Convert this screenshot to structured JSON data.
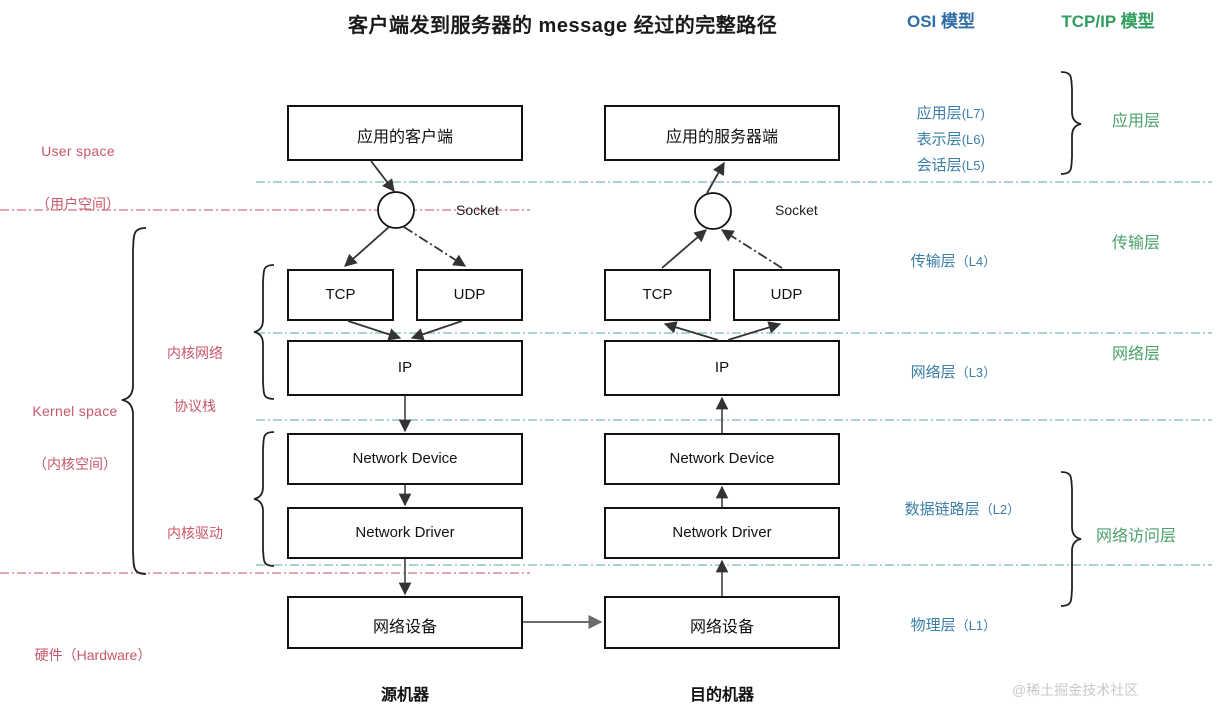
{
  "title": "客户端发到服务器的 message 经过的完整路径",
  "headers": {
    "osi": "OSI 模型",
    "tcpip": "TCP/IP 模型"
  },
  "colors": {
    "osi_blue": "#3b7ea8",
    "tcpip_green": "#4aa06a",
    "left_pink": "#c8576b",
    "box_border": "#111111",
    "divider_teal": "#8fc3c9",
    "divider_pink": "#d98a96",
    "arrow": "#333333",
    "watermark_gray": "#c9c9c9"
  },
  "left_labels": {
    "user_space_en": "User space",
    "user_space_cn": "（用户空间）",
    "kernel_space_en": "Kernel space",
    "kernel_space_cn": "（内核空间）",
    "kernel_net_stack_l1": "内核网络",
    "kernel_net_stack_l2": "协议栈",
    "kernel_driver": "内核驱动",
    "hardware": "硬件（Hardware）"
  },
  "osi_layers": [
    {
      "name": "应用层",
      "level": "(L7)"
    },
    {
      "name": "表示层",
      "level": "(L6)"
    },
    {
      "name": "会话层",
      "level": "(L5)"
    },
    {
      "name": "传输层",
      "level": "（L4）"
    },
    {
      "name": "网络层",
      "level": "（L3）"
    },
    {
      "name": "数据链路层",
      "level": "（L2）"
    },
    {
      "name": "物理层",
      "level": "（L1）"
    }
  ],
  "tcpip_layers": [
    {
      "name": "应用层"
    },
    {
      "name": "传输层"
    },
    {
      "name": "网络层"
    },
    {
      "name": "网络访问层"
    }
  ],
  "client_stack": {
    "app": "应用的客户端",
    "socket": "Socket",
    "tcp": "TCP",
    "udp": "UDP",
    "ip": "IP",
    "net_device": "Network Device",
    "net_driver": "Network Driver",
    "hw_device": "网络设备",
    "machine": "源机器"
  },
  "server_stack": {
    "app": "应用的服务器端",
    "socket": "Socket",
    "tcp": "TCP",
    "udp": "UDP",
    "ip": "IP",
    "net_device": "Network Device",
    "net_driver": "Network Driver",
    "hw_device": "网络设备",
    "machine": "目的机器"
  },
  "watermark": "@稀土掘金技术社区",
  "chart_data": {
    "type": "diagram",
    "title": "客户端发到服务器的 message 经过的完整路径",
    "description": "网络分层架构图：消息从客户端应用经内核协议栈、驱动、硬件到达服务器端",
    "columns": [
      "源机器",
      "目的机器"
    ],
    "rows": [
      "应用的客户端 / 应用的服务器端",
      "Socket",
      "TCP / UDP",
      "IP",
      "Network Device",
      "Network Driver",
      "网络设备"
    ],
    "zones": [
      "User space（用户空间）",
      "Kernel space（内核空间）",
      "硬件（Hardware）"
    ],
    "osi_mapping": [
      "应用层(L7)",
      "表示层(L6)",
      "会话层(L5)",
      "传输层（L4）",
      "网络层（L3）",
      "数据链路层（L2）",
      "物理层（L1）"
    ],
    "tcpip_mapping": [
      "应用层",
      "传输层",
      "网络层",
      "网络访问层"
    ]
  }
}
